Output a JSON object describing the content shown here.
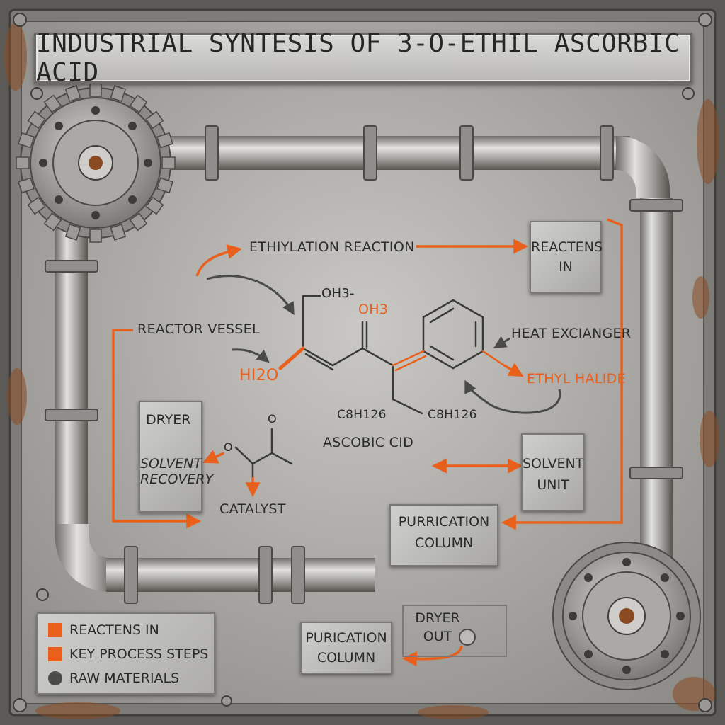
{
  "title": "INDUSTRIAL SYNTESIS OF 3-O-ETHIL ASCORBIC ACID",
  "colors": {
    "accent": "#e8601c",
    "metal": "#b7b6b2",
    "rust": "#8a4a22",
    "text": "#2b2b2b"
  },
  "labels": {
    "ethylation_reaction": "ETHIYLATION REACTION",
    "reactor_vessel": "REACTOR VESSEL",
    "heat_exchanger": "HEAT EXCIANGER",
    "ethyl_halide": "ETHYL HALIDE",
    "catalyst": "CATALYST",
    "ascorbic_acid": "ASCOBIC CID"
  },
  "molecule": {
    "oh3_top": "OH3-",
    "oh3_orange": "OH3",
    "h2o": "HI2O",
    "formula_left": "C8H126",
    "formula_right": "C8H126",
    "o_top": "O",
    "o_left": "O"
  },
  "boxes": {
    "reactants_in": [
      "REACTENS",
      "IN"
    ],
    "dryer": "DRYER",
    "solvent_recovery": [
      "SOLVENT",
      "RECOVERY"
    ],
    "solvent_unit": [
      "SOLVENT",
      "UNIT"
    ],
    "purification_column": [
      "PURRICATION",
      "COLUMN"
    ],
    "purification_column_2": [
      "PURICATION",
      "COLUMN"
    ],
    "dryer_out": [
      "DRYER",
      "OUT"
    ]
  },
  "legend": [
    {
      "label": "REACTENS IN",
      "color": "#e8601c",
      "shape": "square"
    },
    {
      "label": "KEY PROCESS STEPS",
      "color": "#e8601c",
      "shape": "square"
    },
    {
      "label": "RAW MATERIALS",
      "color": "#4a4a48",
      "shape": "circle"
    }
  ]
}
